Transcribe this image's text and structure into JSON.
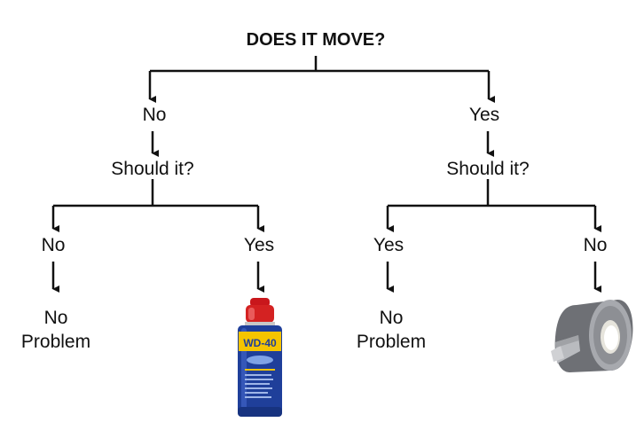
{
  "title": "DOES IT MOVE?",
  "left": {
    "answer": "No",
    "question": "Should it?",
    "branches": [
      {
        "answer": "No",
        "outcome": "No\nProblem"
      },
      {
        "answer": "Yes",
        "outcome_icon": "wd40-spray-can-icon",
        "can_label": "WD-40"
      }
    ]
  },
  "right": {
    "answer": "Yes",
    "question": "Should it?",
    "branches": [
      {
        "answer": "Yes",
        "outcome": "No\nProblem"
      },
      {
        "answer": "No",
        "outcome_icon": "duct-tape-icon"
      }
    ]
  },
  "colors": {
    "line": "#111111",
    "can_blue": "#1f3f9a",
    "can_yellow": "#f5c400",
    "can_red": "#d42222",
    "tape": "#8d8f94"
  }
}
